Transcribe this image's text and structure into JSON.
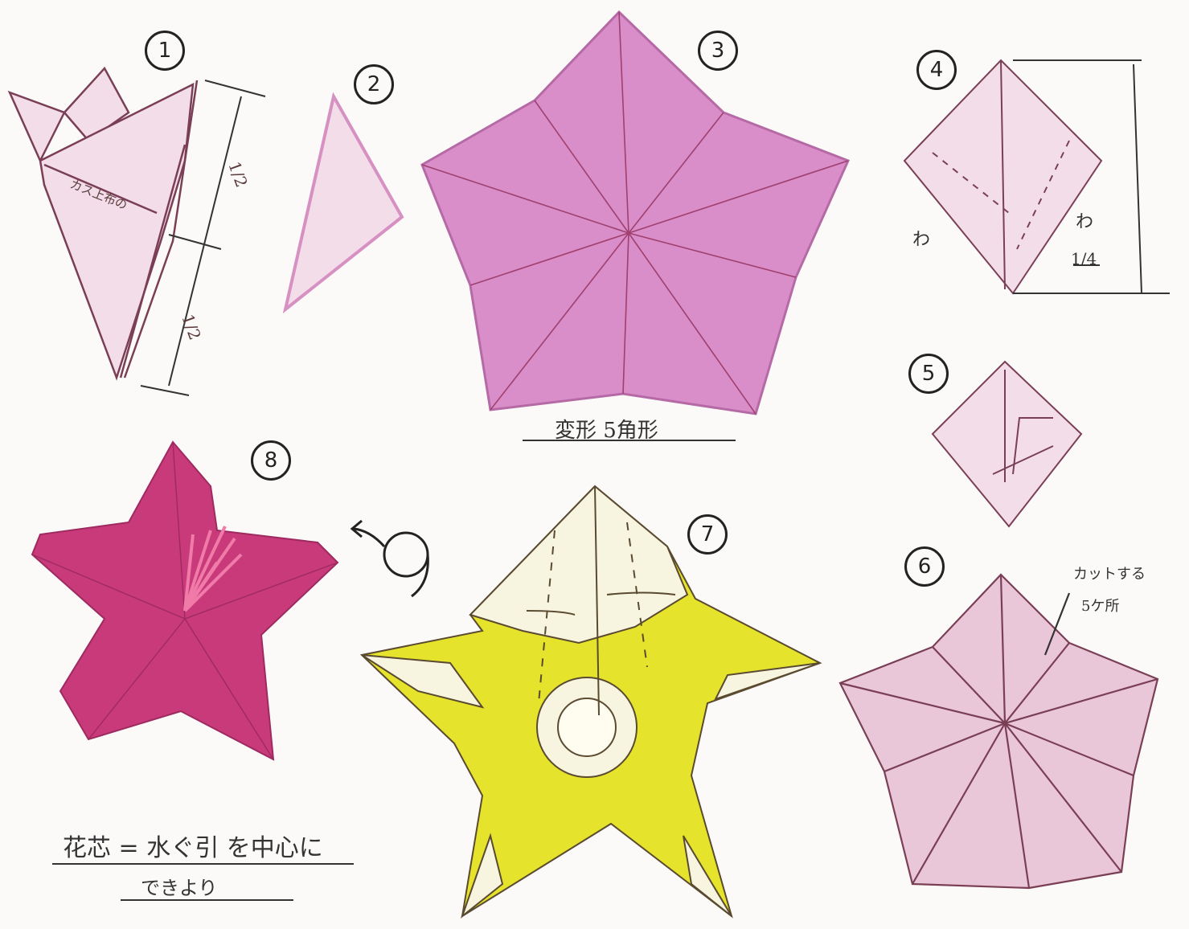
{
  "steps": [
    {
      "number": "1",
      "fraction_top": "1/2",
      "fraction_bottom": "1/2",
      "inner_note": "カス上布の"
    },
    {
      "number": "2"
    },
    {
      "number": "3",
      "caption": "変形 5角形"
    },
    {
      "number": "4",
      "label_left": "わ",
      "label_right": "わ",
      "fraction": "1/4"
    },
    {
      "number": "5"
    },
    {
      "number": "6",
      "cut_note_line1": "カットする",
      "cut_note_line2": "5ケ所"
    },
    {
      "number": "7"
    },
    {
      "number": "8",
      "caption_line1": "花芯 = 水ぐ引 を中心に",
      "caption_line2": "できより"
    }
  ],
  "colors": {
    "pink": "#d98ec9",
    "light_pink": "#f3dde9",
    "magenta": "#c83a7a",
    "yellow": "#e6e32c",
    "line": "#7a3f55"
  }
}
